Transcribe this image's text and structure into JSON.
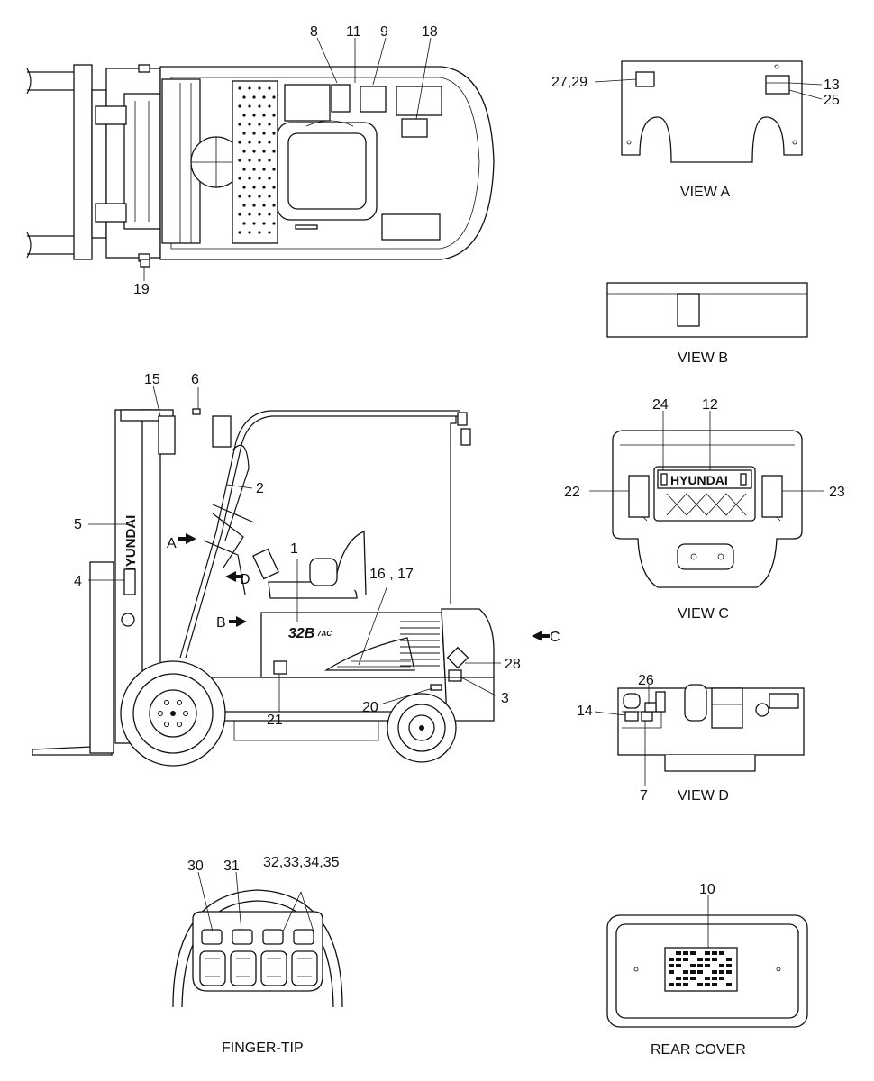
{
  "labels": {
    "n1": "1",
    "n2": "2",
    "n3": "3",
    "n4": "4",
    "n5": "5",
    "n6": "6",
    "n7": "7",
    "n8": "8",
    "n9": "9",
    "n10": "10",
    "n11": "11",
    "n12": "12",
    "n13": "13",
    "n14": "14",
    "n15": "15",
    "n16_17": "16 , 17",
    "n18": "18",
    "n19": "19",
    "n20": "20",
    "n21": "21",
    "n22": "22",
    "n23": "23",
    "n24": "24",
    "n25": "25",
    "n26": "26",
    "n27_29": "27,29",
    "n28": "28",
    "n30": "30",
    "n31": "31",
    "n32_35": "32,33,34,35"
  },
  "arrows": {
    "a": "A",
    "b": "B",
    "c": "C",
    "d": "D"
  },
  "captions": {
    "view_a": "VIEW A",
    "view_b": "VIEW B",
    "view_c": "VIEW C",
    "view_d": "VIEW D",
    "finger_tip": "FINGER-TIP",
    "rear_cover": "REAR COVER"
  },
  "brand": {
    "mast": "HYUNDAI",
    "counterweight": "HYUNDAI",
    "model_badge": "32B",
    "model_suffix": "7AC"
  }
}
